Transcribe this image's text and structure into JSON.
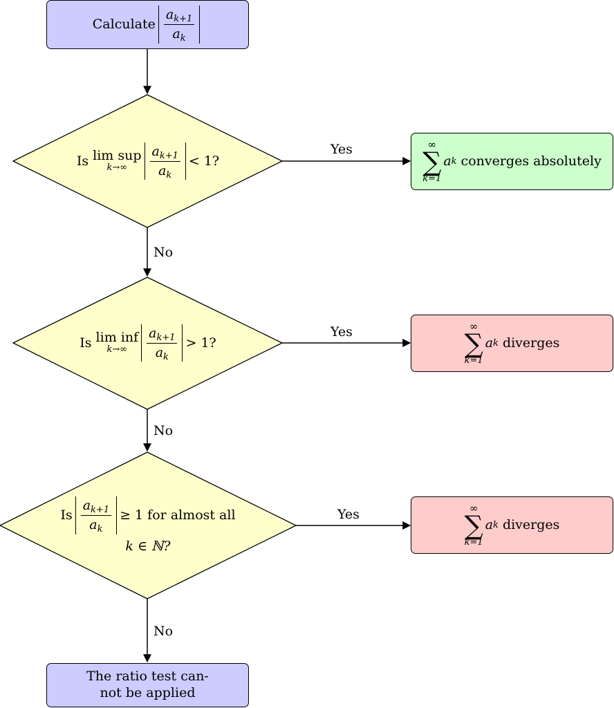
{
  "colors": {
    "process_fill": "#ccccff",
    "decision_fill": "#ffffcc",
    "success_fill": "#ccffcc",
    "failure_fill": "#ffcccc",
    "stroke": "#000000"
  },
  "start": {
    "prefix": "Calculate",
    "num_base": "a",
    "num_sub": "k+1",
    "den_base": "a",
    "den_sub": "k"
  },
  "q1": {
    "is": "Is",
    "op": "lim sup",
    "under": "k→∞",
    "num_base": "a",
    "num_sub": "k+1",
    "den_base": "a",
    "den_sub": "k",
    "rel": "< 1?"
  },
  "q2": {
    "is": "Is",
    "op": "lim inf",
    "under": "k→∞",
    "num_base": "a",
    "num_sub": "k+1",
    "den_base": "a",
    "den_sub": "k",
    "rel": "> 1?"
  },
  "q3": {
    "is": "Is",
    "num_base": "a",
    "num_sub": "k+1",
    "den_base": "a",
    "den_sub": "k",
    "rel": "≥ 1 for almost all",
    "line2": "k ∈ ℕ?"
  },
  "r1": {
    "sum_top": "∞",
    "sum_sym": "∑",
    "sum_bottom": "k=1",
    "term_base": "a",
    "term_sub": "k",
    "text": "converges absolutely"
  },
  "r2": {
    "sum_top": "∞",
    "sum_sym": "∑",
    "sum_bottom": "k=1",
    "term_base": "a",
    "term_sub": "k",
    "text": "diverges"
  },
  "r3": {
    "sum_top": "∞",
    "sum_sym": "∑",
    "sum_bottom": "k=1",
    "term_base": "a",
    "term_sub": "k",
    "text": "diverges"
  },
  "end": {
    "line1": "The ratio test can-",
    "line2": "not be applied"
  },
  "labels": {
    "yes1": "Yes",
    "yes2": "Yes",
    "yes3": "Yes",
    "no1": "No",
    "no2": "No",
    "no3": "No"
  }
}
